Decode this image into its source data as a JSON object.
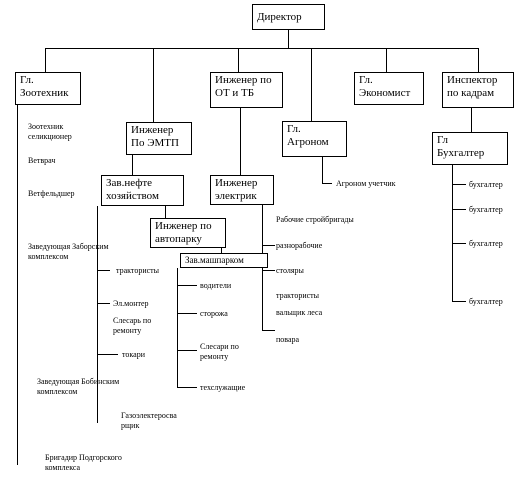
{
  "boxes": {
    "director": "Директор",
    "zootechnik": "Гл.\nЗоотехник",
    "engineer_ot": "Инженер по\nОТ и ТБ",
    "economist": "Гл.\nЭкономист",
    "inspector": "Инспектор\nпо кадрам",
    "engineer_emtp": "Инженер\nПо ЭМТП",
    "agronom": "Гл.\nАгроном",
    "buhgalter": "Гл\nБухгалтер",
    "neft": "Зав.нефте\nхозяйством",
    "electric": "Инженер\nэлектрик",
    "avtopark": "Инженер по\nавтопарку",
    "mashpark": "Зав.машпарком"
  },
  "labels": {
    "zoo_selekcioner": "Зоотехник\nселикционер",
    "vetvrach": "Ветврач",
    "vetfeldsher": "Ветфельдшер",
    "zaborsky": "Заведующая Заборским\nкомплексом",
    "bobinsky": "Заведующая Бобинским\nкомплексом",
    "podgorsky": "Бригадир Подгорского\nкомплекса",
    "traktoristy1": "трактористы",
    "el_monter": "Эл.монтер",
    "slesar_remontu1": "Слесарь по\nремонту",
    "tokari": "токари",
    "gazoelektro": "Газоэлектеросва\nрщик",
    "voditeli": "водители",
    "storozha": "сторожа",
    "slesari_remontu2": "Слесари по\nремонту",
    "tehsluzh": "техслужащие",
    "rabochie_stroi": "Рабочие стройбригады",
    "raznorabochie": "разнорабочие",
    "stolyary": "столяры",
    "traktoristy2": "трактористы",
    "valshchik": "вальщик леса",
    "povara": "повара",
    "agronom_uchetchik": "Агроном учетчик",
    "buh1": "бухгалтер",
    "buh2": "бухгалтер",
    "buh3": "бухгалтер",
    "buh4": "бухгалтер"
  }
}
